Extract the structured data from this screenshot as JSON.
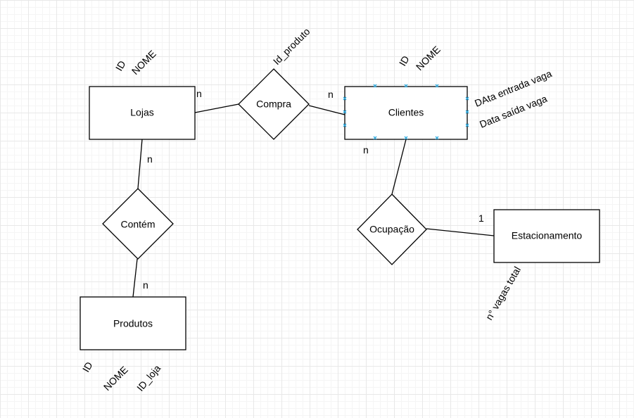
{
  "entities": {
    "lojas": "Lojas",
    "clientes": "Clientes",
    "produtos": "Produtos",
    "estacionamento": "Estacionamento"
  },
  "relationships": {
    "compra": "Compra",
    "contem": "Contém",
    "ocupacao": "Ocupação"
  },
  "attributes": {
    "lojas": [
      "ID",
      "NOME"
    ],
    "compra": [
      "Id_produto"
    ],
    "clientes_top": [
      "ID",
      "NOME"
    ],
    "clientes_right": [
      "DAta entrada vaga",
      "Data saída vaga"
    ],
    "produtos": [
      "ID",
      "NOME",
      "ID_loja"
    ],
    "estacionamento": [
      "n° vagas total"
    ]
  },
  "cardinalities": {
    "lojas_compra": "n",
    "compra_clientes": "n",
    "lojas_contem": "n",
    "contem_produtos": "n",
    "clientes_ocupacao": "n",
    "ocupacao_estacionamento": "1"
  },
  "colors": {
    "selection_handles": "#29a9e0",
    "stroke": "#000000",
    "grid": "#e8e8e8"
  }
}
